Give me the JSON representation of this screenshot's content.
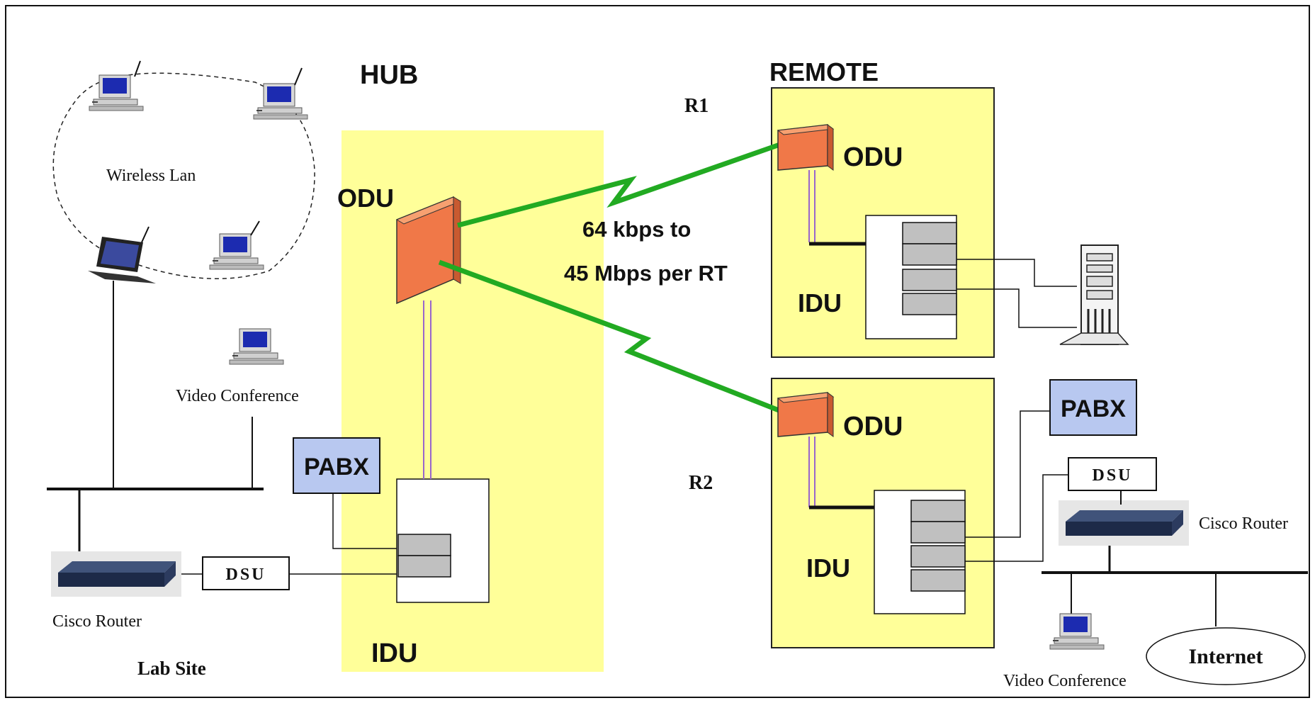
{
  "hub": {
    "title": "HUB",
    "odu": "ODU",
    "idu": "IDU",
    "pabx": "PABX",
    "dsu": "DSU",
    "router": "Cisco Router",
    "site": "Lab Site",
    "wireless": "Wireless Lan",
    "video": "Video Conference"
  },
  "link": {
    "line1": "64 kbps to",
    "line2": "45 Mbps per RT"
  },
  "remote": {
    "title": "REMOTE",
    "r1": {
      "label": "R1",
      "odu": "ODU",
      "idu": "IDU"
    },
    "r2": {
      "label": "R2",
      "odu": "ODU",
      "idu": "IDU",
      "pabx": "PABX",
      "dsu": "DSU",
      "router": "Cisco Router",
      "video": "Video Conference",
      "internet": "Internet"
    }
  },
  "colors": {
    "panel": "#ffff99",
    "odu": "#f07848",
    "pabx": "#b8c8f0",
    "link": "#22aa22",
    "card": "#c0c0c0"
  }
}
